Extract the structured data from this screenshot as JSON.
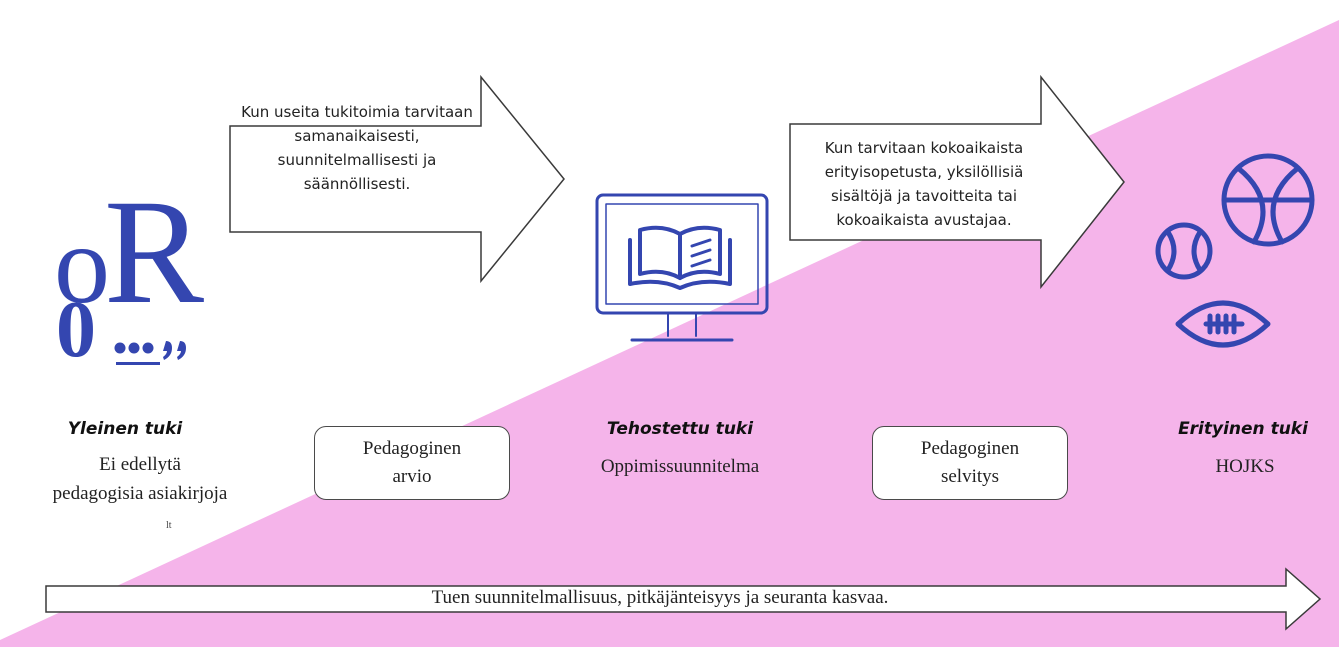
{
  "colors": {
    "pink_background": "#f5b4ea",
    "icon_blue": "#3446b0",
    "outline": "#3a3a3a"
  },
  "arrow_top_left": {
    "text": "Kun useita tukitoimia tarvitaan samanaikaisesti, suunnitelmallisesti ja säännöllisesti."
  },
  "arrow_top_right": {
    "text": "Kun tarvitaan kokoaikaista erityisopetusta, yksilöllisiä sisältöjä ja tavoitteita tai kokoaikaista avustajaa."
  },
  "levels": {
    "general": {
      "title": "Yleinen tuki",
      "desc_line1": "Ei edellytä",
      "desc_line2": "pedagogisia asiakirjoja",
      "small_mark": "lt",
      "icon": "people-icon"
    },
    "intensified": {
      "title": "Tehostettu tuki",
      "desc": "Oppimissuunnitelma",
      "icon": "monitor-book-icon"
    },
    "special": {
      "title": "Erityinen tuki",
      "desc": "HOJKS",
      "icon": "sports-balls-icon"
    }
  },
  "documents": {
    "assessment_line1": "Pedagoginen",
    "assessment_line2": "arvio",
    "statement_line1": "Pedagoginen",
    "statement_line2": "selvitys"
  },
  "bottom_arrow": {
    "text": "Tuen suunnitelmallisuus, pitkäjänteisyys ja seuranta kasvaa."
  }
}
